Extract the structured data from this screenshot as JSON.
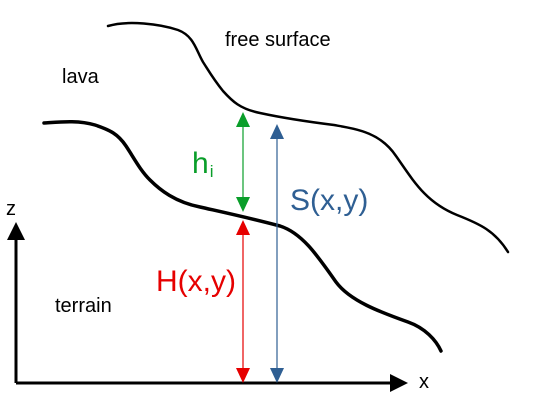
{
  "labels": {
    "free_surface": "free surface",
    "lava": "lava",
    "terrain": "terrain",
    "z_axis": "z",
    "x_axis": "x",
    "h_main": "h",
    "h_sub": "i",
    "S": "S(x,y)",
    "H": "H(x,y)"
  },
  "colors": {
    "curve": "#000000",
    "h_arrow": "#0a9e2a",
    "S_arrow": "#2f5f93",
    "H_arrow": "#e60000",
    "text": "#000000"
  }
}
